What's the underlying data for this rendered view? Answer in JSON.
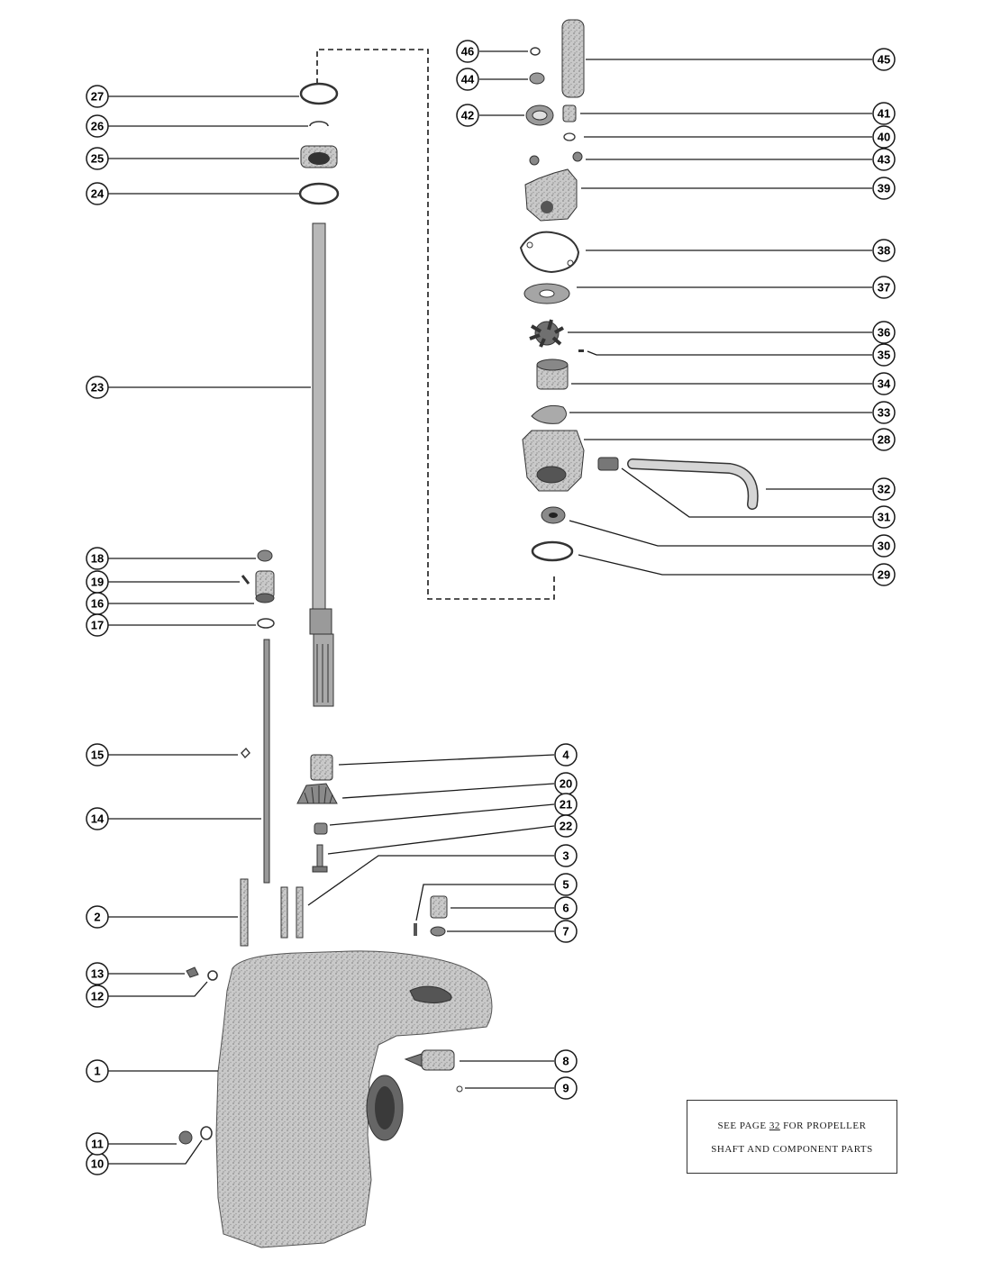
{
  "note": {
    "line1_prefix": "SEE PAGE ",
    "page_number": "32",
    "line1_suffix": " FOR PROPELLER",
    "line2": "SHAFT AND COMPONENT PARTS"
  },
  "callouts": [
    "1",
    "2",
    "3",
    "4",
    "5",
    "6",
    "7",
    "8",
    "9",
    "10",
    "11",
    "12",
    "13",
    "14",
    "15",
    "16",
    "17",
    "18",
    "19",
    "20",
    "21",
    "22",
    "23",
    "24",
    "25",
    "26",
    "27",
    "28",
    "29",
    "30",
    "31",
    "32",
    "33",
    "34",
    "35",
    "36",
    "37",
    "38",
    "39",
    "40",
    "41",
    "42",
    "43",
    "44",
    "45",
    "46"
  ],
  "colors": {
    "ink": "#1a1a1a",
    "housing": "#bdbdbd",
    "part": "#8a8a8a"
  }
}
